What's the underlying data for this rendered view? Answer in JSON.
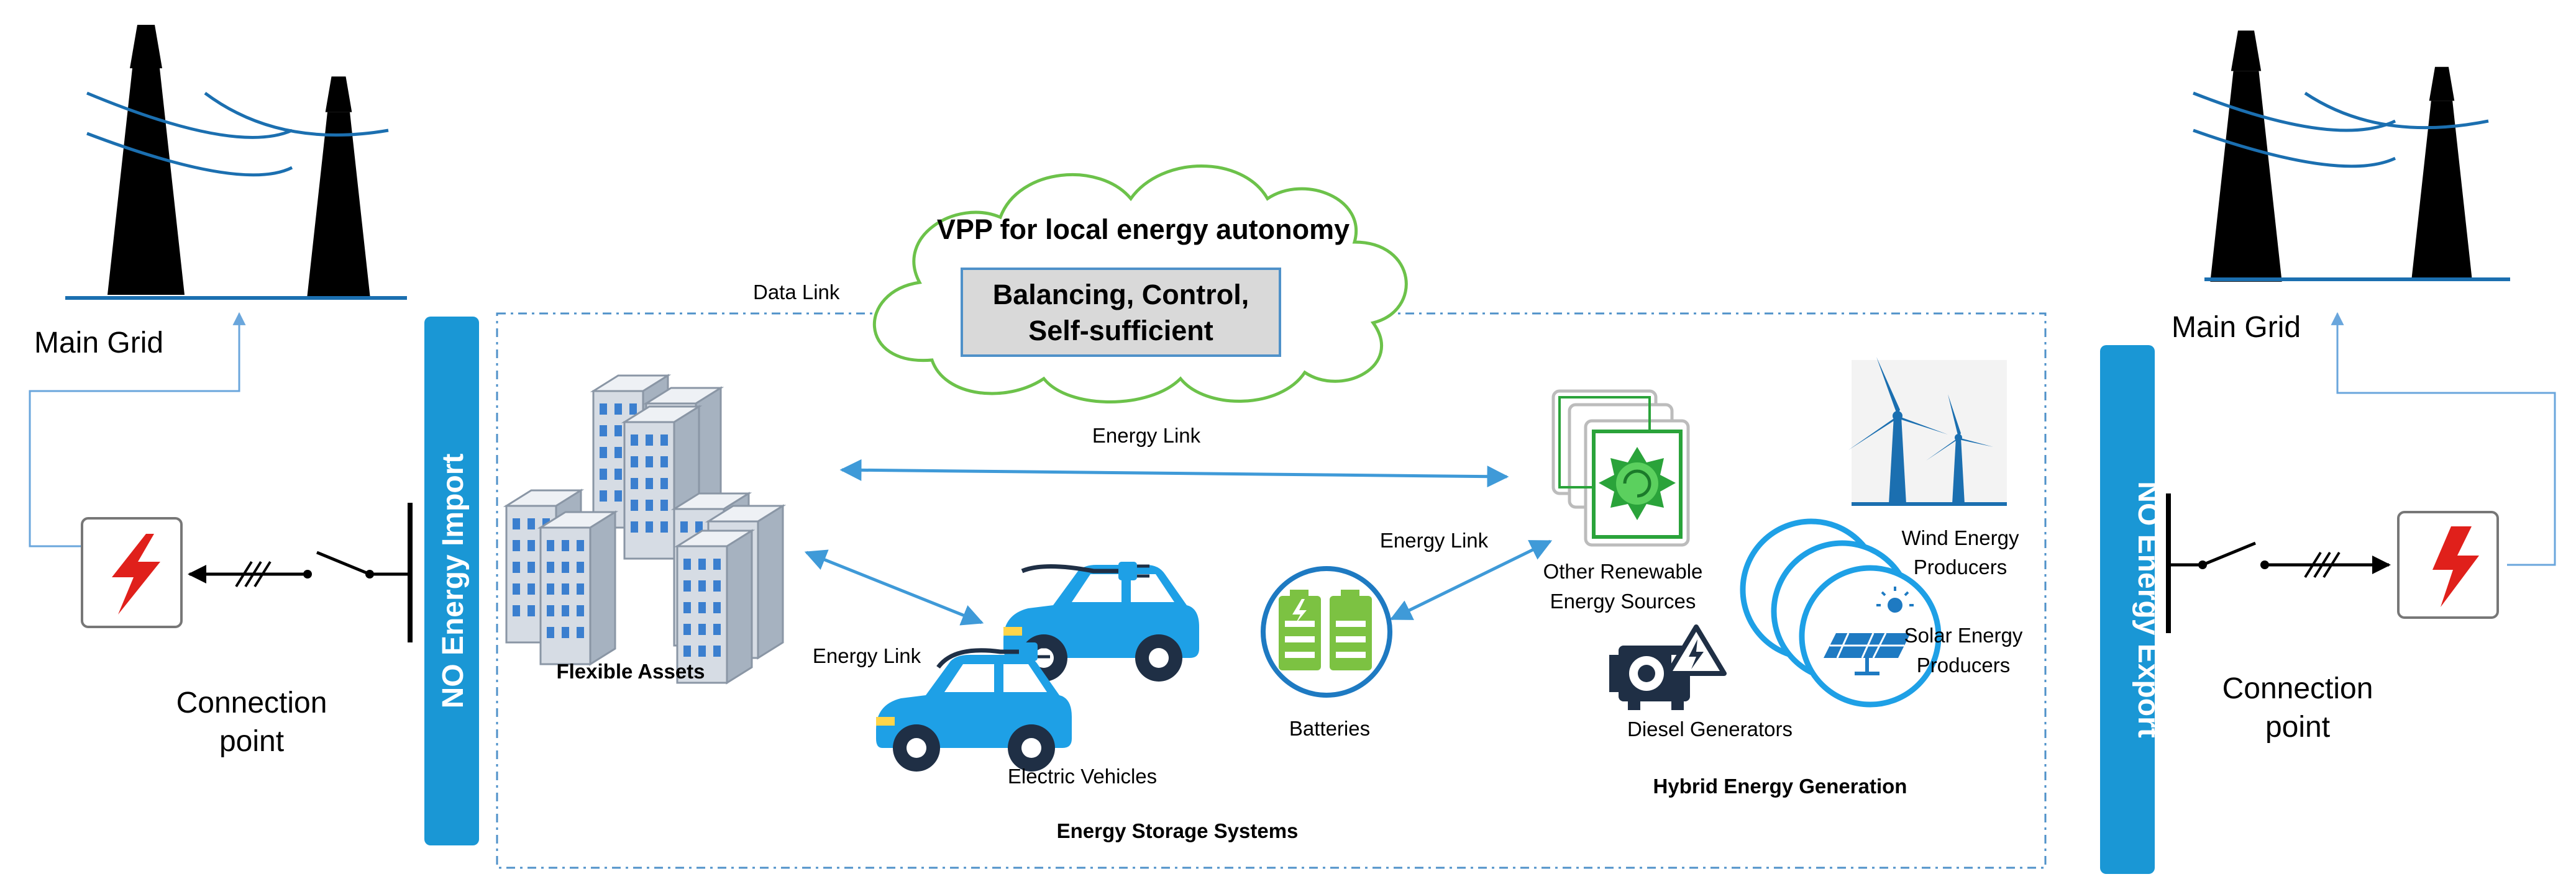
{
  "left": {
    "grid_label": "Main Grid",
    "connection_label": [
      "Connection",
      "point"
    ],
    "bar_label": "NO Energy Import"
  },
  "right": {
    "grid_label": "Main Grid",
    "connection_label": [
      "Connection",
      "point"
    ],
    "bar_label": "NO Energy Export"
  },
  "cloud": {
    "title": "VPP for local energy autonomy",
    "box_lines": [
      "Balancing, Control,",
      "Self-sufficient"
    ]
  },
  "links": {
    "data_link": "Data Link",
    "energy_link_top": "Energy Link",
    "energy_link_left": "Energy Link",
    "energy_link_right": "Energy Link"
  },
  "assets": {
    "flexible_assets": "Flexible Assets",
    "electric_vehicles": "Electric Vehicles",
    "batteries": "Batteries",
    "other_renewable": [
      "Other Renewable",
      "Energy Sources"
    ],
    "wind": [
      "Wind Energy",
      "Producers"
    ],
    "solar": [
      "Solar Energy",
      "Producers"
    ],
    "diesel": "Diesel Generators"
  },
  "groups": {
    "energy_storage": "Energy Storage Systems",
    "hybrid_generation": "Hybrid Energy Generation"
  },
  "colors": {
    "bar_blue": "#1a97d5",
    "tower_blue": "#1b6fb0",
    "link_blue": "#3f9ad8",
    "cloud_green": "#6cc24a",
    "car_blue": "#1ea0e6",
    "battery_green": "#7cc242",
    "solar_green": "#2aa33a",
    "bolt_red": "#e0201b"
  },
  "icons": [
    "transmission-tower-icon",
    "lightning-icon",
    "switch-icon",
    "building-icon",
    "car-icon",
    "plug-icon",
    "battery-icon",
    "wind-turbine-icon",
    "solar-panel-icon",
    "generator-icon",
    "cloud-icon"
  ]
}
